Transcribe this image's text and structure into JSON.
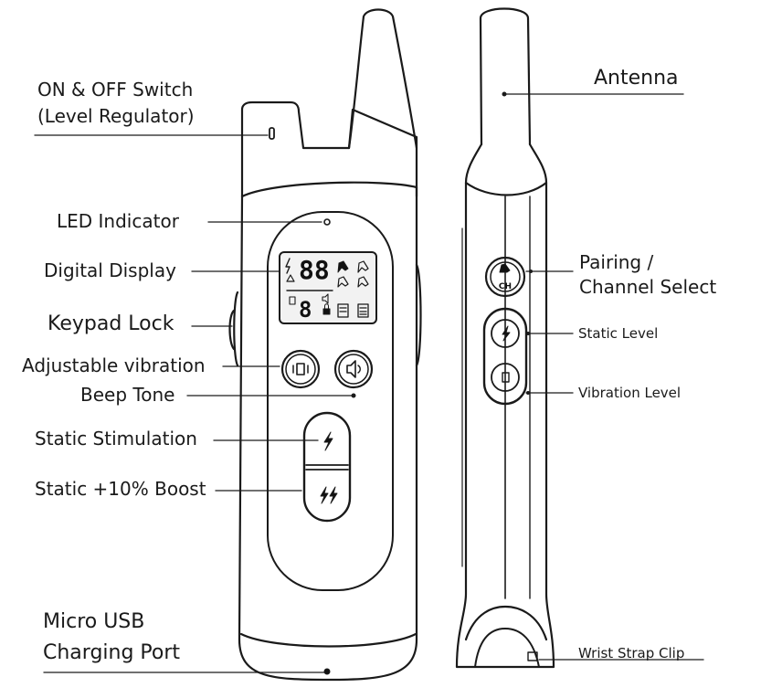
{
  "labels": {
    "on_off_line1": "ON & OFF Switch",
    "on_off_line2": "(Level Regulator)",
    "led_indicator": "LED Indicator",
    "digital_display": "Digital Display",
    "keypad_lock": "Keypad Lock",
    "adjustable_vibration": "Adjustable vibration",
    "beep_tone": "Beep Tone",
    "static_stimulation": "Static Stimulation",
    "static_boost": "Static +10% Boost",
    "micro_usb_line1": "Micro USB",
    "micro_usb_line2": "Charging Port",
    "antenna": "Antenna",
    "pairing_line1": "Pairing /",
    "pairing_line2": "Channel Select",
    "static_level": "Static Level",
    "vibration_level": "Vibration Level",
    "wrist_strap_clip": "Wrist Strap Clip"
  },
  "display": {
    "main_digits": "88",
    "small_digit": "8"
  },
  "buttons": {
    "channel_text": "CH"
  },
  "colors": {
    "outline": "#1a1a1a",
    "device_fill": "#ffffff",
    "lcd_fill": "#f2f2f2"
  }
}
